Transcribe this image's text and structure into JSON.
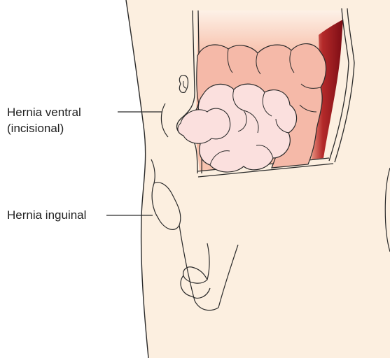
{
  "labels": {
    "ventral_line1": "Hernia ventral",
    "ventral_line2": "(incisional)",
    "inguinal": "Hernia inguinal"
  },
  "colors": {
    "skin": "#fcefe0",
    "outline": "#2a2a2a",
    "colon": "#f5b9a8",
    "small_intestine": "#fbe0de",
    "cavity_wall": "#8c1018",
    "cavity_wall_highlight": "#e88f7d",
    "cavity_glow": "#f6b29a"
  }
}
